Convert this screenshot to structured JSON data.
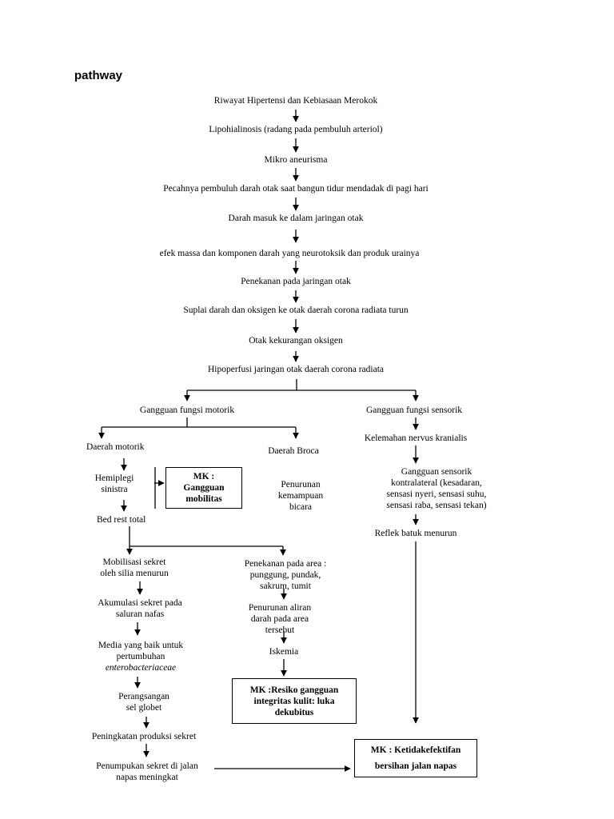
{
  "title": "pathway",
  "chain": [
    "Riwayat Hipertensi dan Kebiasaan Merokok",
    "Lipohialinosis (radang pada pembuluh arteriol)",
    "Mikro aneurisma",
    "Pecahnya pembuluh darah otak saat bangun tidur mendadak di pagi hari",
    "Darah masuk ke dalam jaringan otak",
    "efek massa dan komponen darah yang neurotoksik dan produk urainya",
    "Penekanan pada jaringan otak",
    "Suplai darah dan oksigen ke otak daerah corona radiata turun",
    "Otak kekurangan oksigen",
    "Hipoperfusi  jaringan otak daerah corona radiata"
  ],
  "motorik": {
    "header": "Gangguan fungsi motorik",
    "daerah_motorik": "Daerah motorik",
    "hemiplegi": [
      "Hemiplegi",
      "sinistra"
    ],
    "bed_rest": "Bed rest total",
    "daerah_broca": "Daerah Broca",
    "penurunan_bicara": [
      "Penurunan",
      "kemampuan",
      "bicara"
    ],
    "mk_mobilitas": [
      "MK :",
      "Gangguan",
      "mobilitas"
    ]
  },
  "sekret": {
    "mobilisasi": [
      "Mobilisasi sekret",
      "oleh silia menurun"
    ],
    "akumulasi": [
      "Akumulasi sekret pada",
      "saluran nafas"
    ],
    "media": [
      "Media yang baik untuk",
      "pertumbuhan"
    ],
    "media_italic": "enterobacteriaceae",
    "perangsangan": [
      "Perangsangan",
      "sel globet"
    ],
    "peningkatan": "Peningkatan produksi sekret",
    "penumpukan": [
      "Penumpukan sekret di jalan",
      "napas meningkat"
    ]
  },
  "kulit": {
    "penekanan": [
      "Penekanan pada area :",
      "punggung, pundak,",
      "sakrum, tumit"
    ],
    "penurunan_aliran": [
      "Penurunan aliran",
      "darah pada area",
      "tersebut"
    ],
    "iskemia": "Iskemia",
    "mk_kulit": [
      "MK :Resiko gangguan",
      "integritas kulit: luka",
      "dekubitus"
    ]
  },
  "sensorik": {
    "header": "Gangguan fungsi sensorik",
    "kelemahan": "Kelemahan nervus kranialis",
    "gangguan": [
      "Gangguan sensorik",
      "kontralateral (kesadaran,",
      "sensasi nyeri, sensasi suhu,",
      "sensasi raba, sensasi tekan)"
    ],
    "refleks": "Reflek batuk menurun",
    "mk_jalan_napas": [
      "MK : Ketidakefektifan",
      "bersihan jalan napas"
    ]
  }
}
